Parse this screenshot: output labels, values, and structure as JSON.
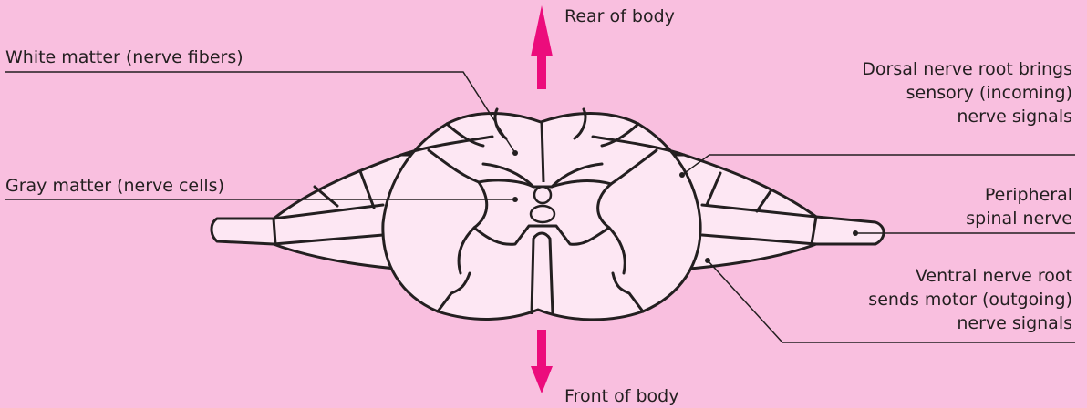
{
  "colors": {
    "background": "#f9bfdf",
    "cord_fill": "#fde7f3",
    "outline": "#231f20",
    "arrow": "#ec0c7c"
  },
  "labels": {
    "rear": "Rear of body",
    "front": "Front of body",
    "white_matter": "White matter (nerve fibers)",
    "gray_matter": "Gray matter (nerve cells)",
    "dorsal": [
      "Dorsal nerve root brings",
      "sensory (incoming)",
      "nerve signals"
    ],
    "peripheral": [
      "Peripheral",
      "spinal nerve"
    ],
    "ventral": [
      "Ventral nerve root",
      "sends motor (outgoing)",
      "nerve signals"
    ]
  }
}
